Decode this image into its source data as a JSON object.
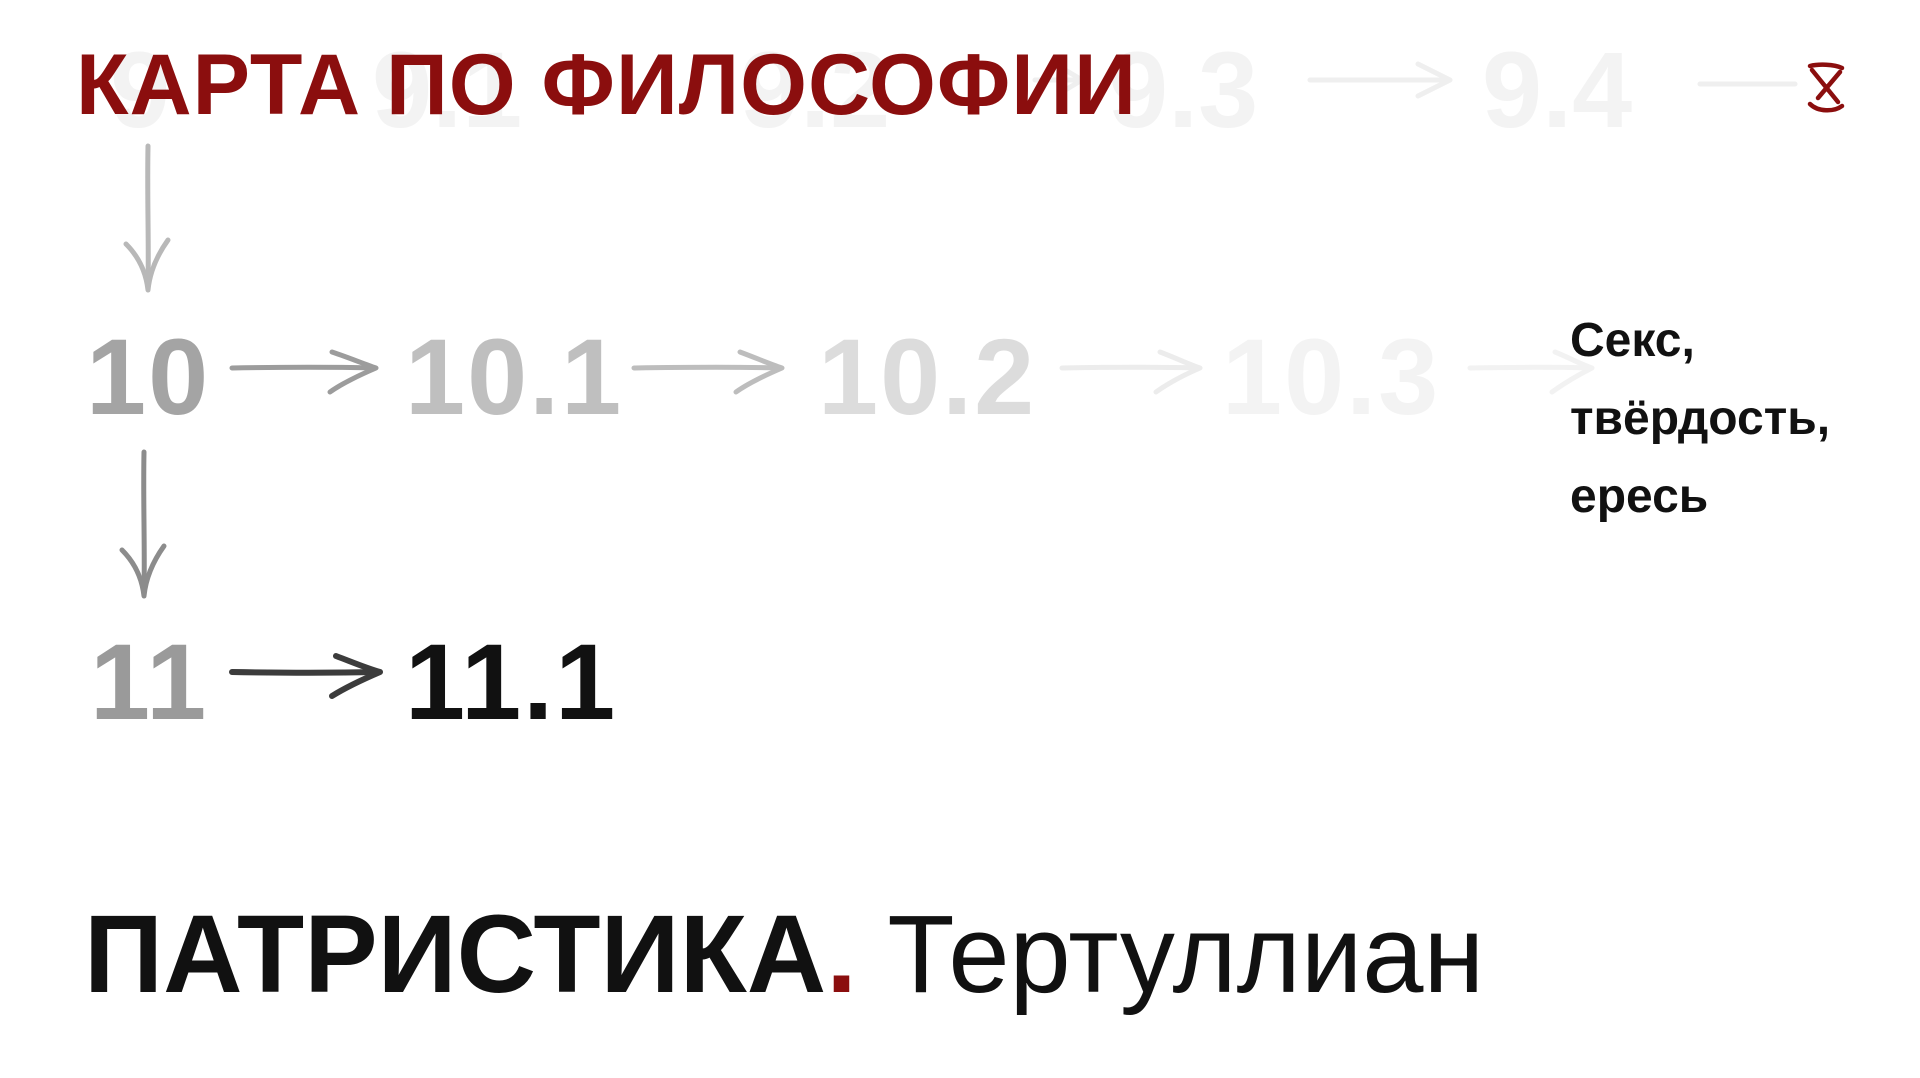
{
  "title": "КАРТА ПО ФИЛОСОФИИ",
  "ghost_nodes": [
    "9",
    "9.1",
    "9.2",
    "9.3",
    "9.4"
  ],
  "nodes": {
    "n10": "10",
    "n10_1": "10.1",
    "n10_2": "10.2",
    "n10_3": "10.3",
    "n11": "11",
    "n11_1": "11.1"
  },
  "side_topics": [
    "Секс,",
    "твёрдость,",
    "ересь"
  ],
  "heading": {
    "main": "ПАТРИСТИКА",
    "dot": ".",
    "sub": "Тертуллиан"
  },
  "colors": {
    "accent": "#8b0e0e",
    "text": "#111111"
  }
}
